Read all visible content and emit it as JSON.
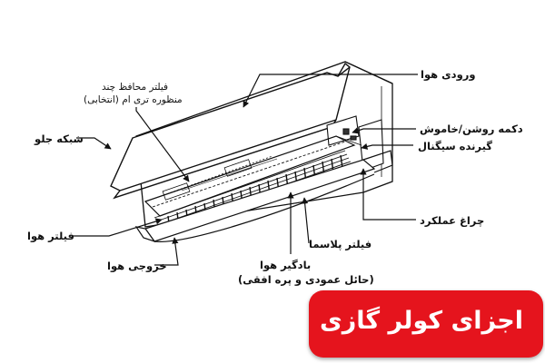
{
  "banner": {
    "title": "اجزای کولر گازی",
    "color": "#e5141d"
  },
  "labels": {
    "air_inlet": "ورودی هوا",
    "front_grille": "شبکه جلو",
    "filter_line1": "فیلتر محافظ چند",
    "filter_line2": "منظوره تری ام (انتخابی)",
    "power_button": "دکمه روشن/خاموش",
    "signal_receiver": "گیرنده سیگنال",
    "indicator_lamp": "چراغ عملکرد",
    "air_filter": "فیلتر هوا",
    "plasma_filter": "فیلتر پلاسما",
    "air_outlet": "خروجی هوا",
    "louver_line1": "بادگیر هوا",
    "louver_line2": "(حائل عمودی و پره افقی)"
  },
  "icons": [
    "arrow-icon"
  ]
}
